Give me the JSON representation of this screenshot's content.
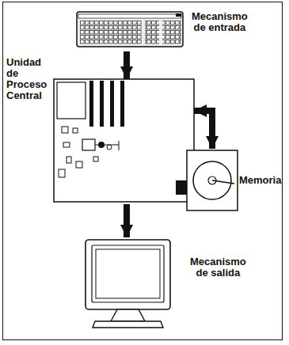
{
  "diagram": {
    "nodes": [
      {
        "text": [
          "Mecanismo de entrada"
        ]
      },
      {
        "text": [
          "Unidad de Proceso Central"
        ]
      },
      {
        "text": [
          "Memoria"
        ]
      },
      {
        "text": [
          "Mecanismo de salida"
        ]
      }
    ],
    "edges": [
      {
        "from": 0,
        "to": 1,
        "arrow": "to"
      },
      {
        "from": 1,
        "to": 2,
        "arrow": "both"
      },
      {
        "from": 1,
        "to": 3,
        "arrow": "to"
      }
    ]
  }
}
